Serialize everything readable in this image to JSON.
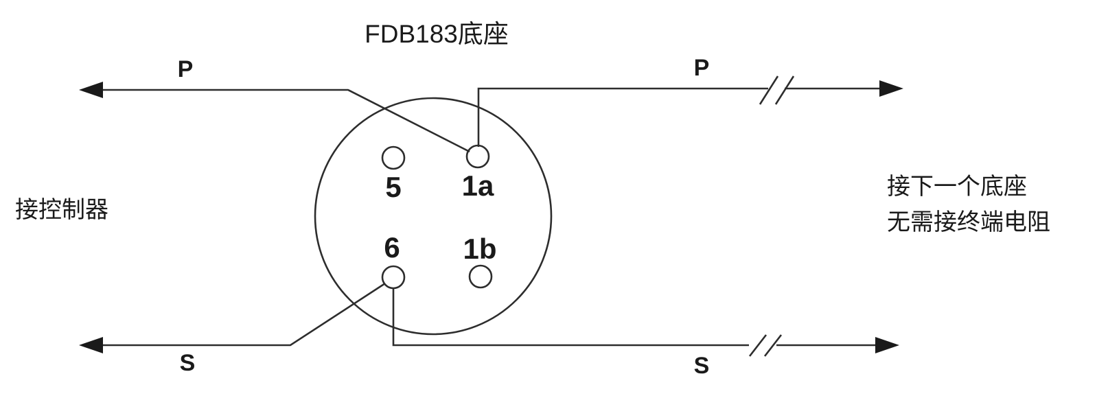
{
  "diagram": {
    "title": "FDB183底座",
    "left_side": {
      "label": "接控制器"
    },
    "right_side": {
      "label_line1": "接下一个底座",
      "label_line2": "无需接终端电阻"
    },
    "wires": {
      "p_left_label": "P",
      "p_right_label": "P",
      "s_left_label": "S",
      "s_right_label": "S"
    },
    "terminals": {
      "t5": "5",
      "t1a": "1a",
      "t6": "6",
      "t1b": "1b"
    },
    "colors": {
      "line": "#2d2d2d",
      "text": "#1a1a1a",
      "background": "#ffffff"
    }
  }
}
